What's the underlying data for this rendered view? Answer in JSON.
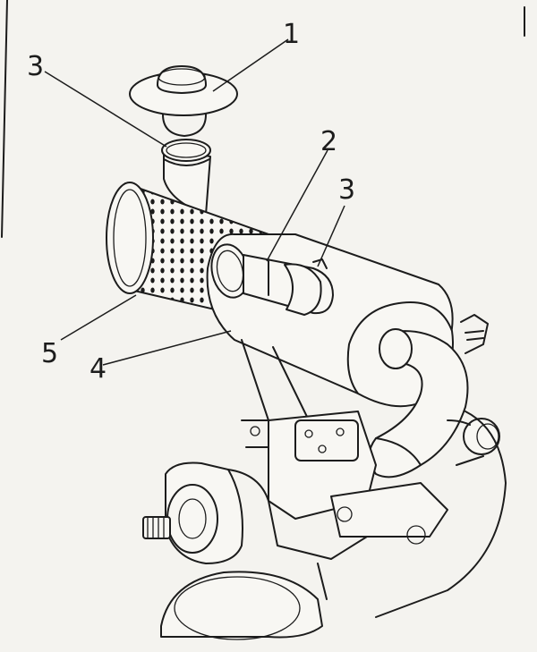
{
  "diagram": {
    "callouts": [
      {
        "id": "1",
        "label": "1"
      },
      {
        "id": "2",
        "label": "2"
      },
      {
        "id": "3a",
        "label": "3"
      },
      {
        "id": "3b",
        "label": "3"
      },
      {
        "id": "4",
        "label": "4"
      },
      {
        "id": "5",
        "label": "5"
      }
    ]
  },
  "colors": {
    "ink": "#1c1c1c",
    "paper": "#f4f3ef"
  }
}
